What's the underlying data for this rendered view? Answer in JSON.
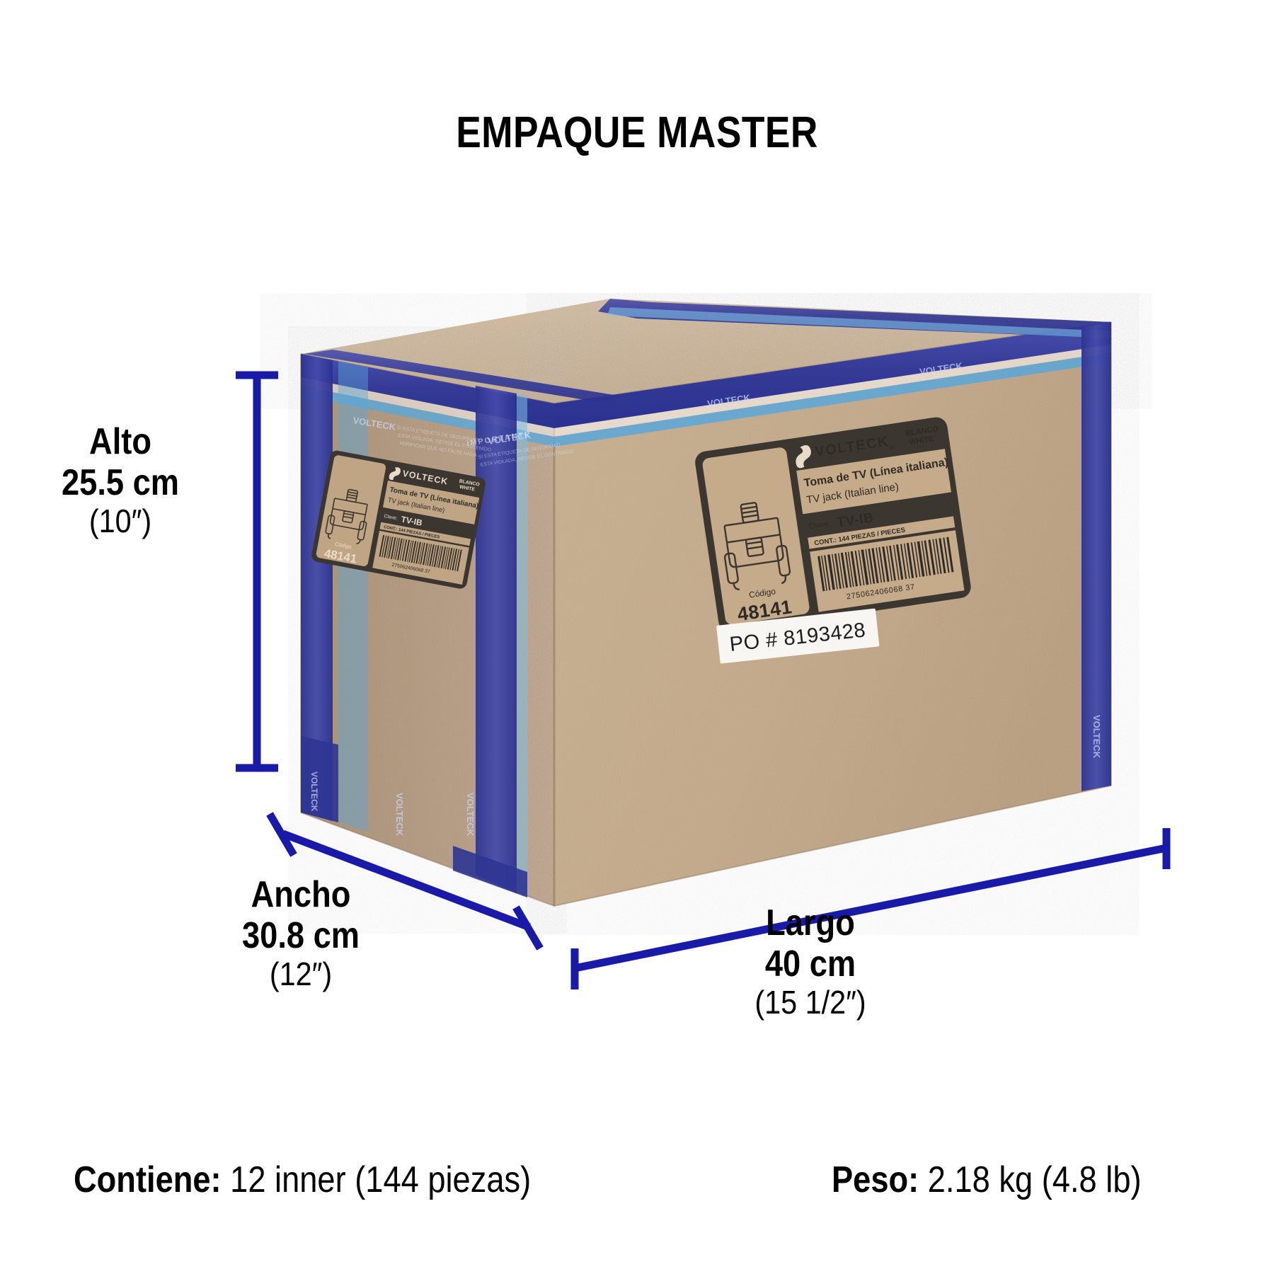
{
  "title": "EMPAQUE MASTER",
  "accent_color": "#1414a0",
  "colors": {
    "dimension_line": "#1a1aa8",
    "cardboard_light": "#cbb294",
    "cardboard_front": "#c2a786",
    "cardboard_side": "#ab9072",
    "tape_blue": "#3a3f9e",
    "tape_blue_light": "#5ba7d8",
    "label_dark": "#3b3630",
    "label_paper": "#c6ab8a",
    "text_black": "#000000"
  },
  "dimensions": {
    "height": {
      "name": "Alto",
      "metric": "25.5 cm",
      "imperial": "(10″)"
    },
    "width": {
      "name": "Ancho",
      "metric": "30.8 cm",
      "imperial": "(12″)"
    },
    "length": {
      "name": "Largo",
      "metric": "40 cm",
      "imperial": "(15 1/2″)"
    }
  },
  "footer": {
    "contains_label": "Contiene:",
    "contains_value": "12 inner (144 piezas)",
    "weight_label": "Peso:",
    "weight_value": "2.18 kg (4.8 lb)"
  },
  "box_label": {
    "brand": "VOLTECK",
    "brand_mark": "®",
    "color_es": "BLANCO",
    "color_en": "WHITE",
    "product_es": "Toma de TV (Línea italiana)",
    "product_en": "TV jack (Italian line)",
    "clave_label": "Clave:",
    "clave_value": "TV-IB",
    "content_line": "CONT.: 144 PIEZAS / PIECES",
    "codigo_label": "Código",
    "codigo_value": "48141",
    "barcode_number": "275062406068 37",
    "po_sticker": "PO # 8193428"
  },
  "box_label_side": {
    "brand": "VOLTECK",
    "color_es": "BLANCO",
    "color_en": "WHITE",
    "product_es": "Toma de TV (Línea italiana)",
    "product_en": "TV jack (Italian line)",
    "clave_label": "Clave:",
    "clave_value": "TV-IB",
    "content_line": "CONT.: 144 PIEZAS / PIECES",
    "codigo_label": "Código",
    "codigo_value": "48141",
    "barcode_number": "275062406068 37"
  },
  "tape": {
    "brand": "VOLTECK",
    "important": "IMPORTANTE",
    "warning_line1": "ESTA ES ETIQUETA DE SEGURIDAD",
    "warning_line2": "ESTA VIOLADA, REVISE EL CONTENIDO PARA",
    "warning_line3": "VERIFICAR QUE NO FALTE NADA"
  }
}
